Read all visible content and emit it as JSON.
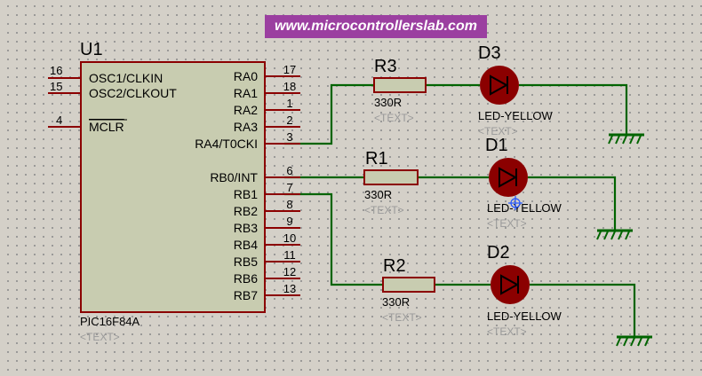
{
  "banner": {
    "text": "www.microcontrollerslab.com"
  },
  "mcu": {
    "ref": "U1",
    "part": "PIC16F84A",
    "text_placeholder": "<TEXT>",
    "left_pins": [
      {
        "num": "16",
        "name": "OSC1/CLKIN"
      },
      {
        "num": "15",
        "name": "OSC2/CLKOUT"
      },
      {
        "num": "4",
        "name": "MCLR"
      }
    ],
    "right_pins": [
      {
        "num": "17",
        "name": "RA0"
      },
      {
        "num": "18",
        "name": "RA1"
      },
      {
        "num": "1",
        "name": "RA2"
      },
      {
        "num": "2",
        "name": "RA3"
      },
      {
        "num": "3",
        "name": "RA4/T0CKI"
      },
      {
        "num": "6",
        "name": "RB0/INT"
      },
      {
        "num": "7",
        "name": "RB1"
      },
      {
        "num": "8",
        "name": "RB2"
      },
      {
        "num": "9",
        "name": "RB3"
      },
      {
        "num": "10",
        "name": "RB4"
      },
      {
        "num": "11",
        "name": "RB5"
      },
      {
        "num": "12",
        "name": "RB6"
      },
      {
        "num": "13",
        "name": "RB7"
      }
    ]
  },
  "resistors": [
    {
      "ref": "R3",
      "value": "330R",
      "text": "<TEXT>"
    },
    {
      "ref": "R1",
      "value": "330R",
      "text": "<TEXT>"
    },
    {
      "ref": "R2",
      "value": "330R",
      "text": "<TEXT>"
    }
  ],
  "leds": [
    {
      "ref": "D3",
      "value": "LED-YELLOW",
      "text": "<TEXT>"
    },
    {
      "ref": "D1",
      "value": "LED-YELLOW",
      "text": "<TEXT>"
    },
    {
      "ref": "D2",
      "value": "LED-YELLOW",
      "text": "<TEXT>"
    }
  ],
  "colors": {
    "component_outline": "#8b0000",
    "chip_fill": "#c8ccb0",
    "wire": "#006400",
    "led_body": "#8b0000",
    "banner_bg": "#9b3fa0",
    "placeholder_text": "#9a9a9a"
  }
}
